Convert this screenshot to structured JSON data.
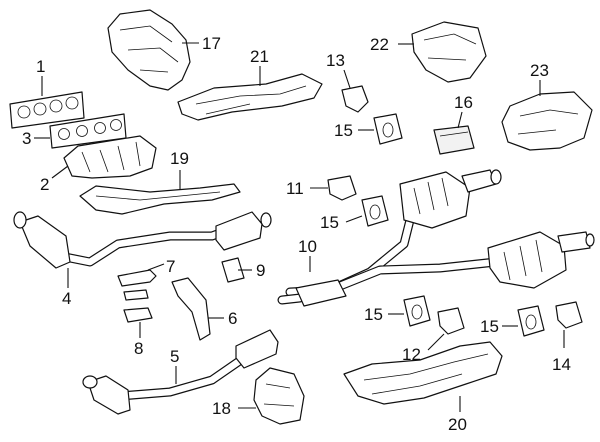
{
  "callouts": {
    "c1": "1",
    "c2": "2",
    "c3": "3",
    "c4": "4",
    "c5": "5",
    "c6": "6",
    "c7": "7",
    "c8": "8",
    "c9": "9",
    "c10": "10",
    "c11": "11",
    "c12": "12",
    "c13": "13",
    "c14": "14",
    "c15a": "15",
    "c15b": "15",
    "c15c": "15",
    "c15d": "15",
    "c16": "16",
    "c17": "17",
    "c18": "18",
    "c19": "19",
    "c20": "20",
    "c21": "21",
    "c22": "22",
    "c23": "23"
  }
}
